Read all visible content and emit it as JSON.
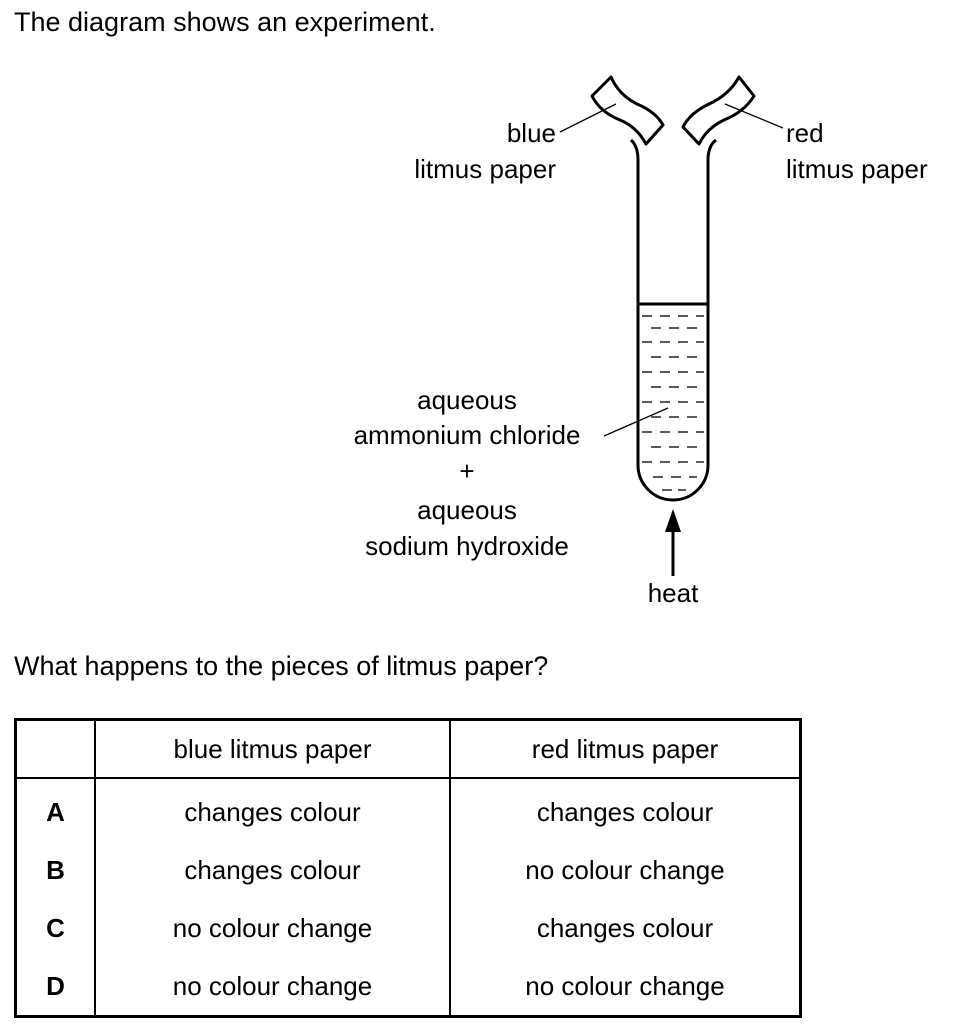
{
  "intro": "The diagram shows an experiment.",
  "diagram": {
    "labels": {
      "blue_line1": "blue",
      "blue_line2": "litmus paper",
      "red_line1": "red",
      "red_line2": "litmus paper",
      "mix_line1": "aqueous",
      "mix_line2": "ammonium chloride",
      "mix_plus": "+",
      "mix_line3": "aqueous",
      "mix_line4": "sodium hydroxide",
      "heat": "heat"
    }
  },
  "question": "What happens to the pieces of litmus paper?",
  "table": {
    "headers": [
      "",
      "blue litmus paper",
      "red litmus paper"
    ],
    "rows": [
      {
        "letter": "A",
        "blue": "changes colour",
        "red": "changes colour"
      },
      {
        "letter": "B",
        "blue": "changes colour",
        "red": "no colour change"
      },
      {
        "letter": "C",
        "blue": "no colour change",
        "red": "changes colour"
      },
      {
        "letter": "D",
        "blue": "no colour change",
        "red": "no colour change"
      }
    ]
  }
}
